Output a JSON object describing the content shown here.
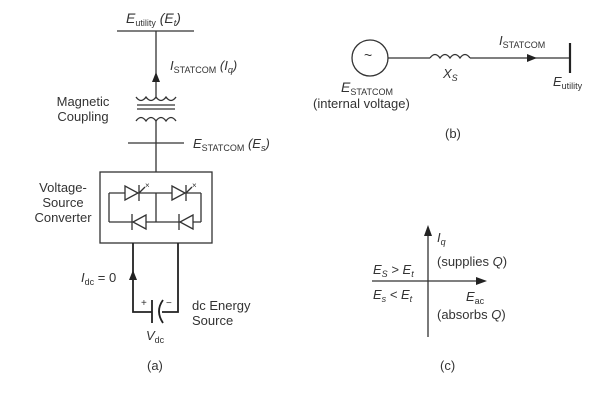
{
  "panel_a": {
    "utility_label_main": "E",
    "utility_label_sub": "utility",
    "utility_label_paren": " (E",
    "utility_label_paren_sub": "t",
    "utility_label_close": ")",
    "current_main": "I",
    "current_sub": "STATCOM",
    "current_paren": " (I",
    "current_paren_sub": "q",
    "current_close": ")",
    "coupling_line1": "Magnetic",
    "coupling_line2": "Coupling",
    "statcom_main": "E",
    "statcom_sub": "STATCOM",
    "statcom_paren": " (E",
    "statcom_paren_sub": "s",
    "statcom_close": ")",
    "converter_line1": "Voltage-",
    "converter_line2": "Source",
    "converter_line3": "Converter",
    "idc_main": "I",
    "idc_sub": "dc",
    "idc_value": " = 0",
    "plus": "+",
    "minus": "−",
    "vdc_main": "V",
    "vdc_sub": "dc",
    "source_line1": "dc Energy",
    "source_line2": "Source",
    "caption": "(a)"
  },
  "panel_b": {
    "source_symbol": "~",
    "source_main": "E",
    "source_sub": "STATCOM",
    "source_desc": "(internal voltage)",
    "reactance_main": "X",
    "reactance_sub": "S",
    "current_main": "I",
    "current_sub": "STATCOM",
    "utility_main": "E",
    "utility_sub": "utility",
    "caption": "(b)"
  },
  "panel_c": {
    "y_axis_main": "I",
    "y_axis_sub": "q",
    "y_axis_desc_pre": "(supplies ",
    "y_axis_desc_q": "Q",
    "y_axis_desc_post": ")",
    "x_axis_main": "E",
    "x_axis_sub": "ac",
    "x_axis_desc_pre": "(absorbs ",
    "x_axis_desc_q": "Q",
    "x_axis_desc_post": ")",
    "upper_cond_a": "E",
    "upper_cond_a_sub": "S",
    "upper_cond_op": " > E",
    "upper_cond_b_sub": "t",
    "lower_cond_a": "E",
    "lower_cond_a_sub": "s",
    "lower_cond_op": " < E",
    "lower_cond_b_sub": "t",
    "caption": "(c)"
  }
}
